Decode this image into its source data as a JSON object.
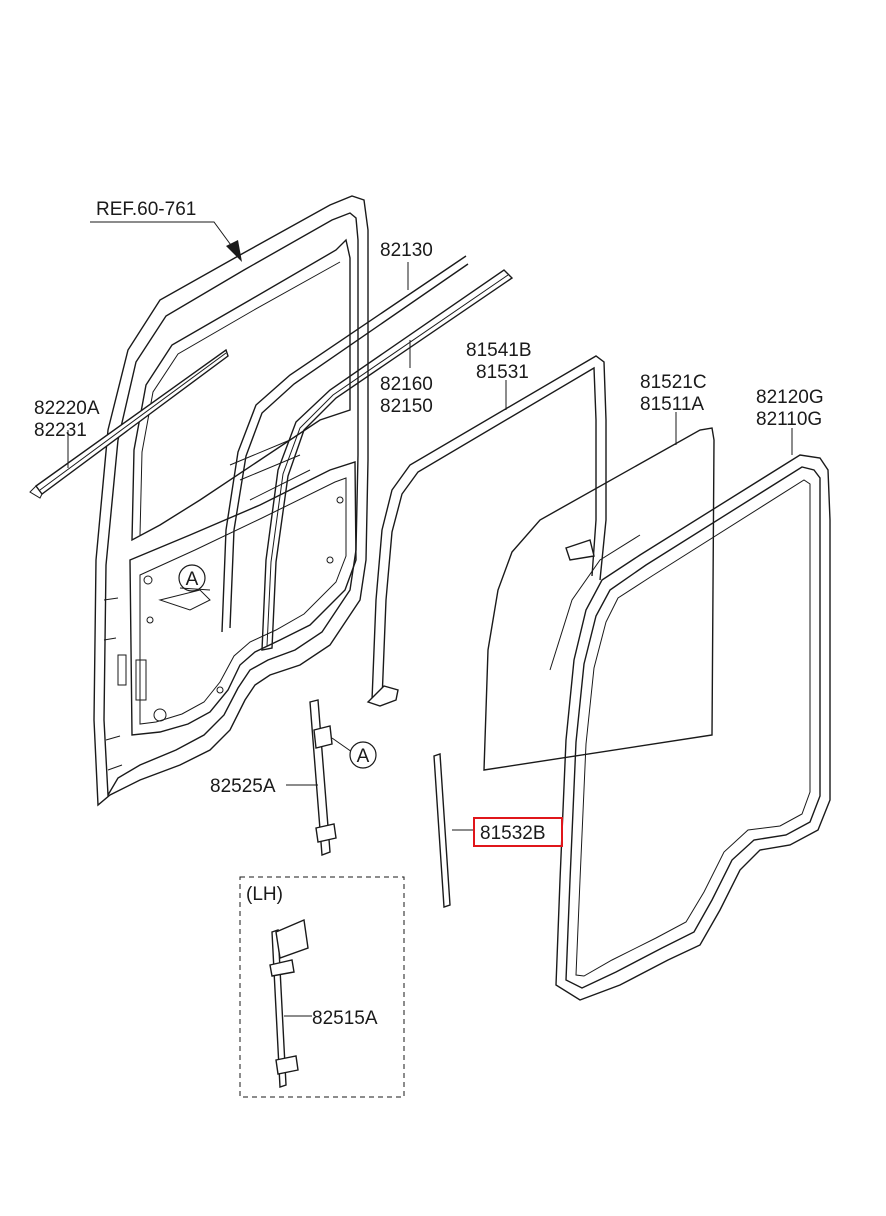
{
  "diagram": {
    "ref_label": "REF.60-761",
    "labels": {
      "p82130": "82130",
      "p82160": "82160",
      "p82150": "82150",
      "p82220A": "82220A",
      "p82231": "82231",
      "p81541B": "81541B",
      "p81531": "81531",
      "p81521C": "81521C",
      "p81511A": "81511A",
      "p82120G": "82120G",
      "p82110G": "82110G",
      "p82525A": "82525A",
      "p81532B": "81532B",
      "p82515A": "82515A",
      "lh": "(LH)",
      "callout_a1": "A",
      "callout_a2": "A"
    },
    "highlight_color": "#e0161b",
    "line_color": "#1a1a1a"
  }
}
